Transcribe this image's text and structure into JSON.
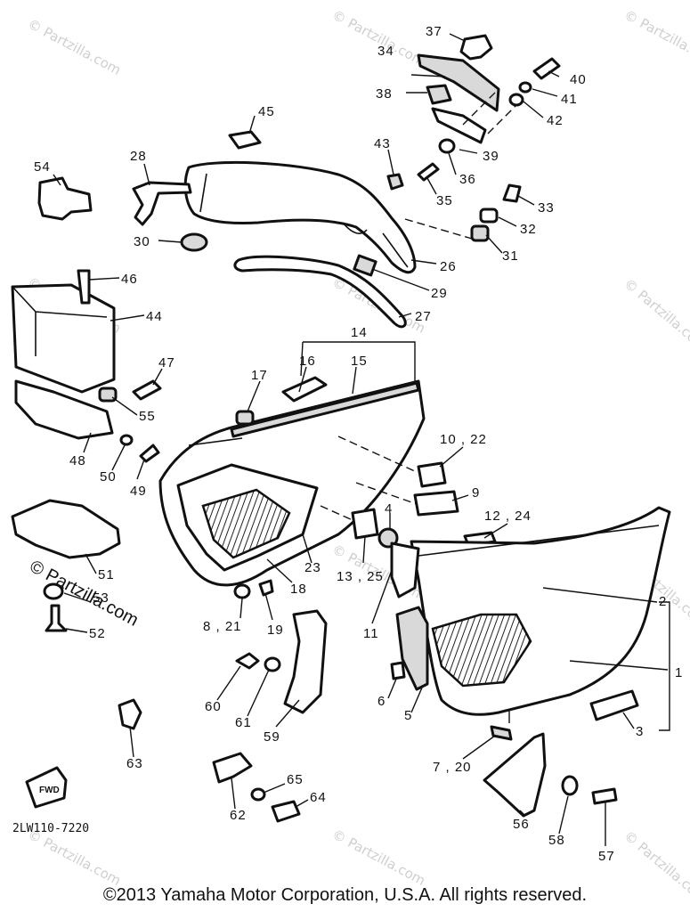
{
  "callouts": {
    "p1": "1",
    "p2": "2",
    "p3": "3",
    "p4": "4",
    "p5": "5",
    "p6": "6",
    "p7_20": "7 , 20",
    "p8_21": "8 , 21",
    "p9": "9",
    "p10_22": "10 , 22",
    "p11": "11",
    "p12_24": "12 , 24",
    "p13_25": "13 , 25",
    "p14": "14",
    "p15": "15",
    "p16": "16",
    "p17": "17",
    "p18": "18",
    "p19": "19",
    "p23": "23",
    "p26": "26",
    "p27": "27",
    "p28": "28",
    "p29": "29",
    "p30": "30",
    "p31": "31",
    "p32": "32",
    "p33": "33",
    "p34": "34",
    "p35": "35",
    "p36": "36",
    "p37": "37",
    "p38": "38",
    "p39": "39",
    "p40": "40",
    "p41": "41",
    "p42": "42",
    "p43": "43",
    "p44": "44",
    "p45": "45",
    "p46": "46",
    "p47": "47",
    "p48": "48",
    "p49": "49",
    "p50": "50",
    "p51": "51",
    "p52": "52",
    "p53": "53",
    "p54": "54",
    "p55": "55",
    "p56": "56",
    "p57": "57",
    "p58": "58",
    "p59": "59",
    "p60": "60",
    "p61": "61",
    "p62": "62",
    "p63": "63",
    "p64": "64",
    "p65": "65"
  },
  "diagram_code": "2LW110-7220",
  "fwd_label": "FWD",
  "watermark": "© Partzilla.com",
  "copyright": "©2013  Yamaha Motor Corporation, U.S.A. All rights reserved."
}
